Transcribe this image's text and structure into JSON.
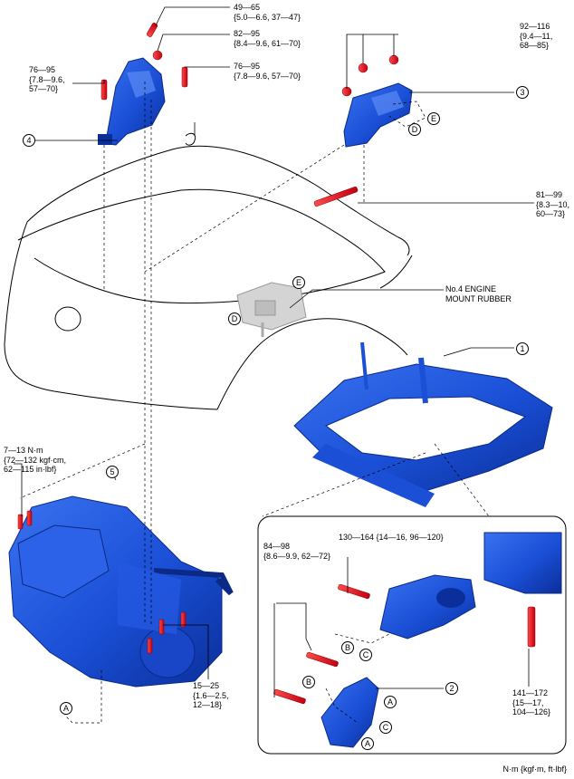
{
  "torques": {
    "t1": {
      "line1": "49—65",
      "line2": "{5.0—6.6, 37—47}"
    },
    "t2": {
      "line1": "82—95",
      "line2": "{8.4—9.6, 61—70}"
    },
    "t3": {
      "line1": "76—95",
      "line2": "{7.8—9.6, 57—70}"
    },
    "t4": {
      "line1": "76—95",
      "line2": "{7.8—9.6,",
      "line3": "57—70}"
    },
    "t5": {
      "line1": "92—116",
      "line2": "{9.4—11,",
      "line3": "68—85}"
    },
    "t6": {
      "line1": "81—99",
      "line2": "{8.3—10,",
      "line3": "60—73}"
    },
    "t7": {
      "line1": "7—13 N·m",
      "line2": "{72—132 kgf·cm,",
      "line3": "62—115 in·lbf}"
    },
    "t8": {
      "line1": "130—164 {14—16, 96—120}"
    },
    "t9": {
      "line1": "84—98",
      "line2": "{8.6—9.9, 62—72}"
    },
    "t10": {
      "line1": "141—172",
      "line2": "{15—17,",
      "line3": "104—126}"
    },
    "t11": {
      "line1": "15—25",
      "line2": "{1.6—2.5,",
      "line3": "12—18}"
    }
  },
  "mount_label": {
    "line1": "No.4 ENGINE",
    "line2": "MOUNT RUBBER"
  },
  "callouts": {
    "n1": "1",
    "n2": "2",
    "n3": "3",
    "n4": "4",
    "n5": "5",
    "a": "A",
    "b": "B",
    "c": "C",
    "d": "D",
    "e": "E"
  },
  "footer": "N·m {kgf·m, ft·lbf}",
  "colors": {
    "part_blue": "#1a4fd6",
    "part_dark": "#0b2f9a",
    "bolt_red": "#e0141e",
    "line": "#000000",
    "ghost": "#c8c8c8"
  }
}
